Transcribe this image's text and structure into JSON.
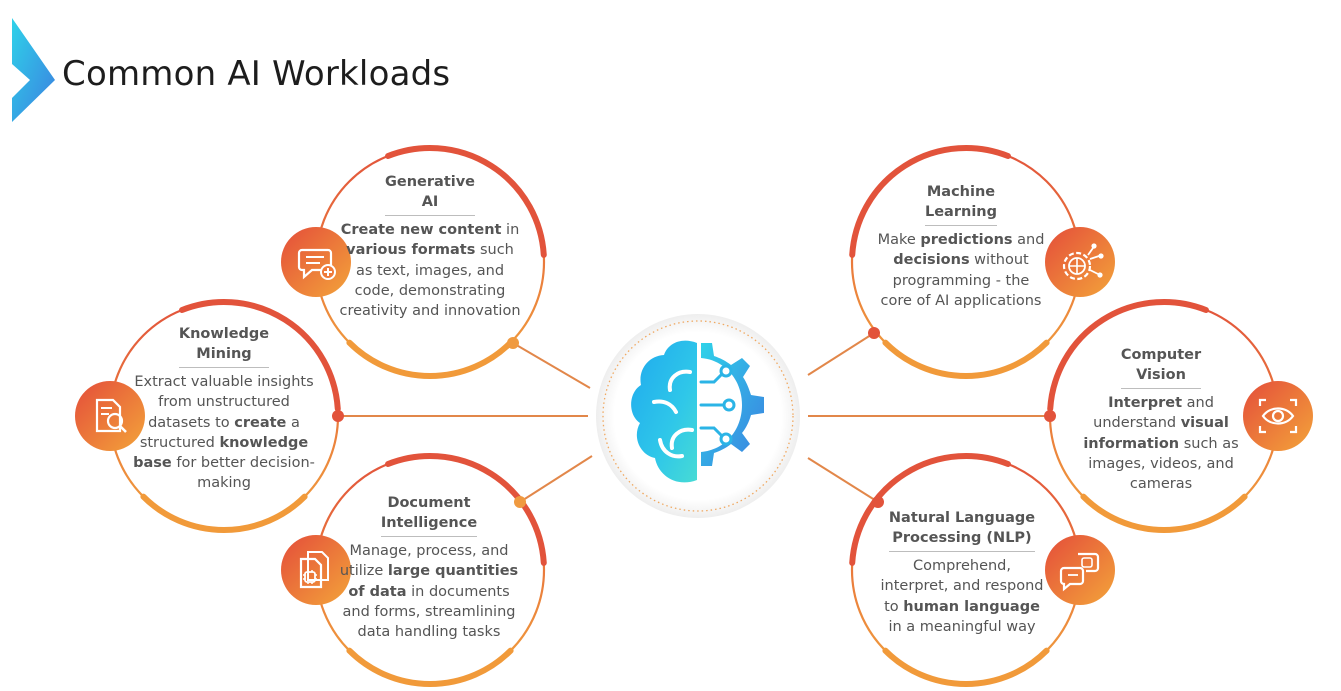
{
  "title": "Common AI Workloads",
  "colors": {
    "accent_orange": "#f19a3a",
    "accent_red": "#e2533b",
    "brand_cyan": "#35c5e8",
    "brand_blue": "#1e9be6",
    "text": "#555555"
  },
  "center_icon": "brain-circuit-gear-icon",
  "workloads": [
    {
      "id": "generative-ai",
      "icon": "chat-plus-icon",
      "title": "Generative\nAI",
      "description": [
        {
          "t": "Create new content",
          "b": true
        },
        {
          "t": " in ",
          "b": false
        },
        {
          "t": "various formats",
          "b": true
        },
        {
          "t": " such as text, images, and code, demonstrating creativity and innovation",
          "b": false
        }
      ]
    },
    {
      "id": "knowledge-mining",
      "icon": "document-search-icon",
      "title": "Knowledge\nMining",
      "description": [
        {
          "t": "Extract valuable insights from unstructured datasets to ",
          "b": false
        },
        {
          "t": "create",
          "b": true
        },
        {
          "t": " a structured ",
          "b": false
        },
        {
          "t": "knowledge base",
          "b": true
        },
        {
          "t": " for better decision-making",
          "b": false
        }
      ]
    },
    {
      "id": "document-intelligence",
      "icon": "documents-chip-icon",
      "title": "Document\nIntelligence",
      "description": [
        {
          "t": "Manage, process, and utilize ",
          "b": false
        },
        {
          "t": "large quantities of data",
          "b": true
        },
        {
          "t": " in documents and forms, streamlining data handling tasks",
          "b": false
        }
      ]
    },
    {
      "id": "machine-learning",
      "icon": "globe-gear-network-icon",
      "title": "Machine\nLearning",
      "description": [
        {
          "t": "Make ",
          "b": false
        },
        {
          "t": "predictions",
          "b": true
        },
        {
          "t": " and ",
          "b": false
        },
        {
          "t": "decisions",
          "b": true
        },
        {
          "t": " without programming - the core of AI applications",
          "b": false
        }
      ]
    },
    {
      "id": "computer-vision",
      "icon": "eye-scan-icon",
      "title": "Computer\nVision",
      "description": [
        {
          "t": "Interpret",
          "b": true
        },
        {
          "t": " and understand ",
          "b": false
        },
        {
          "t": "visual information",
          "b": true
        },
        {
          "t": " such as images, videos, and cameras",
          "b": false
        }
      ]
    },
    {
      "id": "nlp",
      "icon": "chat-chip-icon",
      "title": "Natural Language\nProcessing (NLP)",
      "description": [
        {
          "t": "Comprehend, interpret, and respond to ",
          "b": false
        },
        {
          "t": "human language",
          "b": true
        },
        {
          "t": " in a meaningful way",
          "b": false
        }
      ]
    }
  ]
}
